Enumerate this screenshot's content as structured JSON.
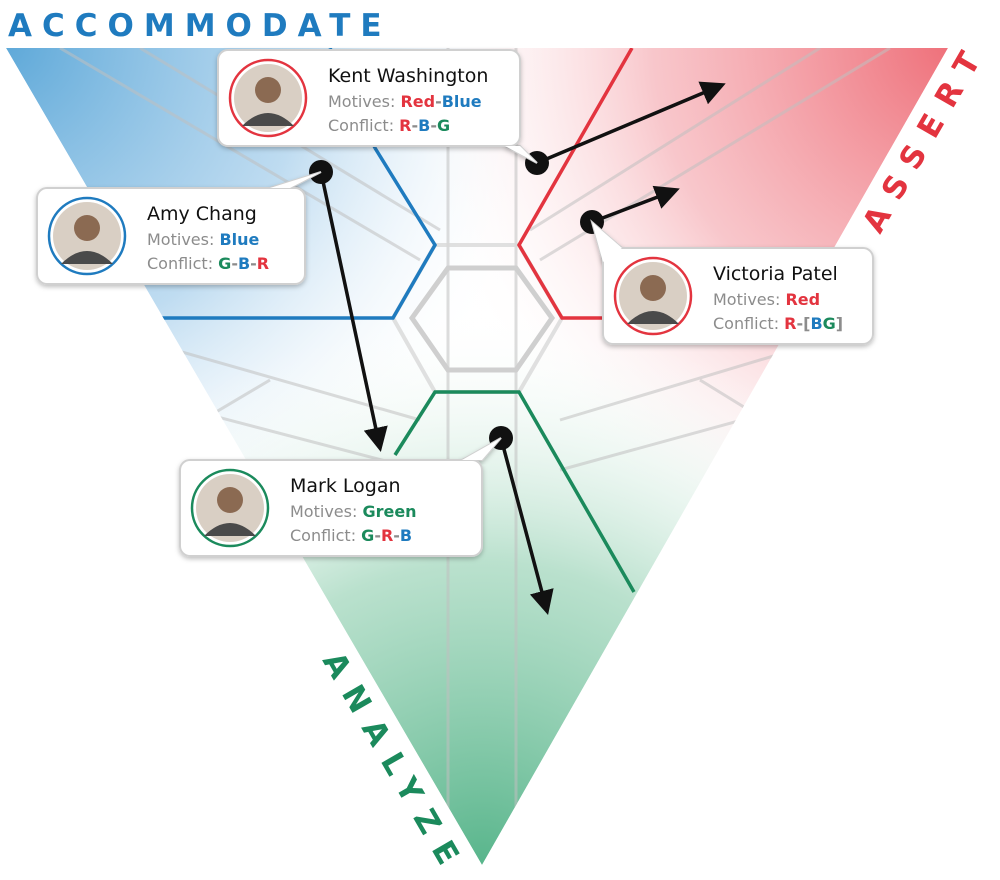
{
  "colors": {
    "blue": "#1f7bbf",
    "red": "#e3343f",
    "green": "#1b8a5c",
    "gray_label": "#8c8c8c",
    "blue_fill": "#5ba7d8",
    "red_fill": "#ee6c76",
    "green_fill": "#56b48a"
  },
  "corners": {
    "accommodate": "ACCOMMODATE",
    "assert": "ASSERT",
    "analyze": "ANALYZE"
  },
  "people": [
    {
      "name": "Kent Washington",
      "motives_label": "Motives: ",
      "motives": [
        {
          "text": "Red",
          "color": "red"
        },
        {
          "text": "-",
          "color": "gray"
        },
        {
          "text": "Blue",
          "color": "blue"
        }
      ],
      "conflict_label": "Conflict: ",
      "conflict": [
        {
          "text": "R",
          "color": "red"
        },
        {
          "text": "-",
          "color": "gray"
        },
        {
          "text": "B",
          "color": "blue"
        },
        {
          "text": "-",
          "color": "gray"
        },
        {
          "text": "G",
          "color": "green"
        }
      ],
      "avatar_ring": "red",
      "avatar_icon": "person-photo-icon"
    },
    {
      "name": "Amy Chang",
      "motives_label": "Motives: ",
      "motives": [
        {
          "text": "Blue",
          "color": "blue"
        }
      ],
      "conflict_label": "Conflict: ",
      "conflict": [
        {
          "text": "G",
          "color": "green"
        },
        {
          "text": "-",
          "color": "gray"
        },
        {
          "text": "B",
          "color": "blue"
        },
        {
          "text": "-",
          "color": "gray"
        },
        {
          "text": "R",
          "color": "red"
        }
      ],
      "avatar_ring": "blue",
      "avatar_icon": "person-photo-icon"
    },
    {
      "name": "Victoria Patel",
      "motives_label": "Motives: ",
      "motives": [
        {
          "text": "Red",
          "color": "red"
        }
      ],
      "conflict_label": "Conflict: ",
      "conflict": [
        {
          "text": "R",
          "color": "red"
        },
        {
          "text": "-[",
          "color": "gray"
        },
        {
          "text": "B",
          "color": "blue"
        },
        {
          "text": "G",
          "color": "green"
        },
        {
          "text": "]",
          "color": "gray"
        }
      ],
      "avatar_ring": "red",
      "avatar_icon": "person-photo-icon"
    },
    {
      "name": "Mark Logan",
      "motives_label": "Motives: ",
      "motives": [
        {
          "text": "Green",
          "color": "green"
        }
      ],
      "conflict_label": "Conflict: ",
      "conflict": [
        {
          "text": "G",
          "color": "green"
        },
        {
          "text": "-",
          "color": "gray"
        },
        {
          "text": "R",
          "color": "red"
        },
        {
          "text": "-",
          "color": "gray"
        },
        {
          "text": "B",
          "color": "blue"
        }
      ],
      "avatar_ring": "green",
      "avatar_icon": "person-photo-icon"
    }
  ]
}
